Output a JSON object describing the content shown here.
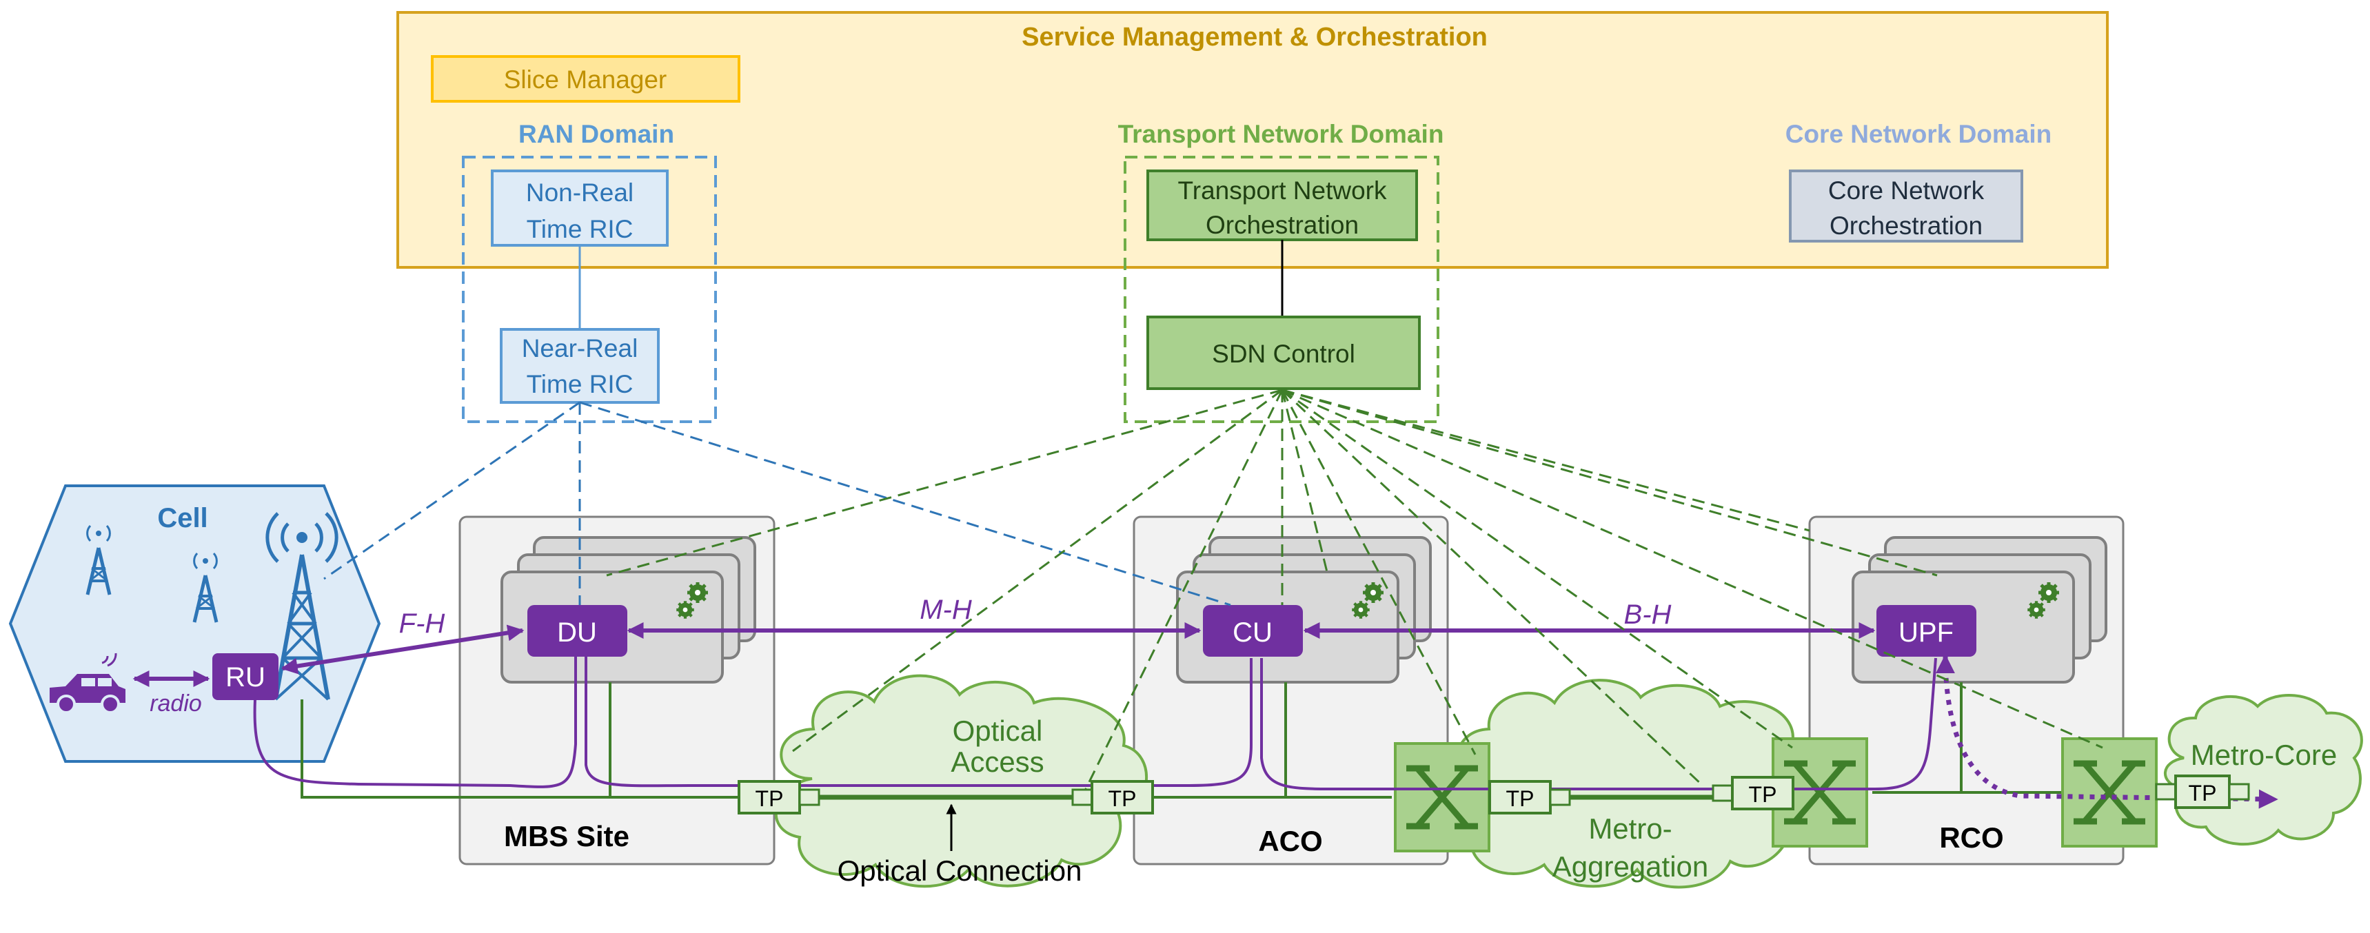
{
  "smo": {
    "title": "Service Management & Orchestration"
  },
  "slice_manager": "Slice Manager",
  "ran_domain": {
    "label": "RAN Domain",
    "non_rt_ric": [
      "Non-Real",
      "Time RIC"
    ],
    "near_rt_ric": [
      "Near-Real",
      "Time RIC"
    ]
  },
  "transport_domain": {
    "label": "Transport Network Domain",
    "tn_orchestration": [
      "Transport Network",
      "Orchestration"
    ],
    "sdn_control": "SDN Control"
  },
  "core_domain": {
    "label": "Core Network Domain",
    "cn_orchestration": [
      "Core Network",
      "Orchestration"
    ]
  },
  "cell": {
    "label": "Cell",
    "ru": "RU",
    "radio": "radio"
  },
  "sites": {
    "mbs": "MBS Site",
    "aco": "ACO",
    "rco": "RCO"
  },
  "functions": {
    "du": "DU",
    "cu": "CU",
    "upf": "UPF"
  },
  "interfaces": {
    "fh": "F-H",
    "mh": "M-H",
    "bh": "B-H"
  },
  "networks": {
    "optical_access": [
      "Optical",
      "Access"
    ],
    "metro_aggregation": [
      "Metro-",
      "Aggregation"
    ],
    "metro_core": "Metro-Core"
  },
  "tp_label": "TP",
  "optical_connection": "Optical Connection",
  "colors": {
    "smo_fill": "#FFF2CC",
    "smo_border": "#D6A21E",
    "smo_text": "#BF9000",
    "ran_blue": "#2E75B6",
    "ran_box": "#DEEBF7",
    "ran_label": "#5B9BD5",
    "tn_green": "#70AD47",
    "tn_dark": "#3F7F2A",
    "tn_box": "#A9D18E",
    "core_label": "#8FAADC",
    "core_box": "#D6DCE5",
    "purple": "#7030A0",
    "cloud": "#E2F0D9",
    "gray_box": "#D9D9D9"
  }
}
